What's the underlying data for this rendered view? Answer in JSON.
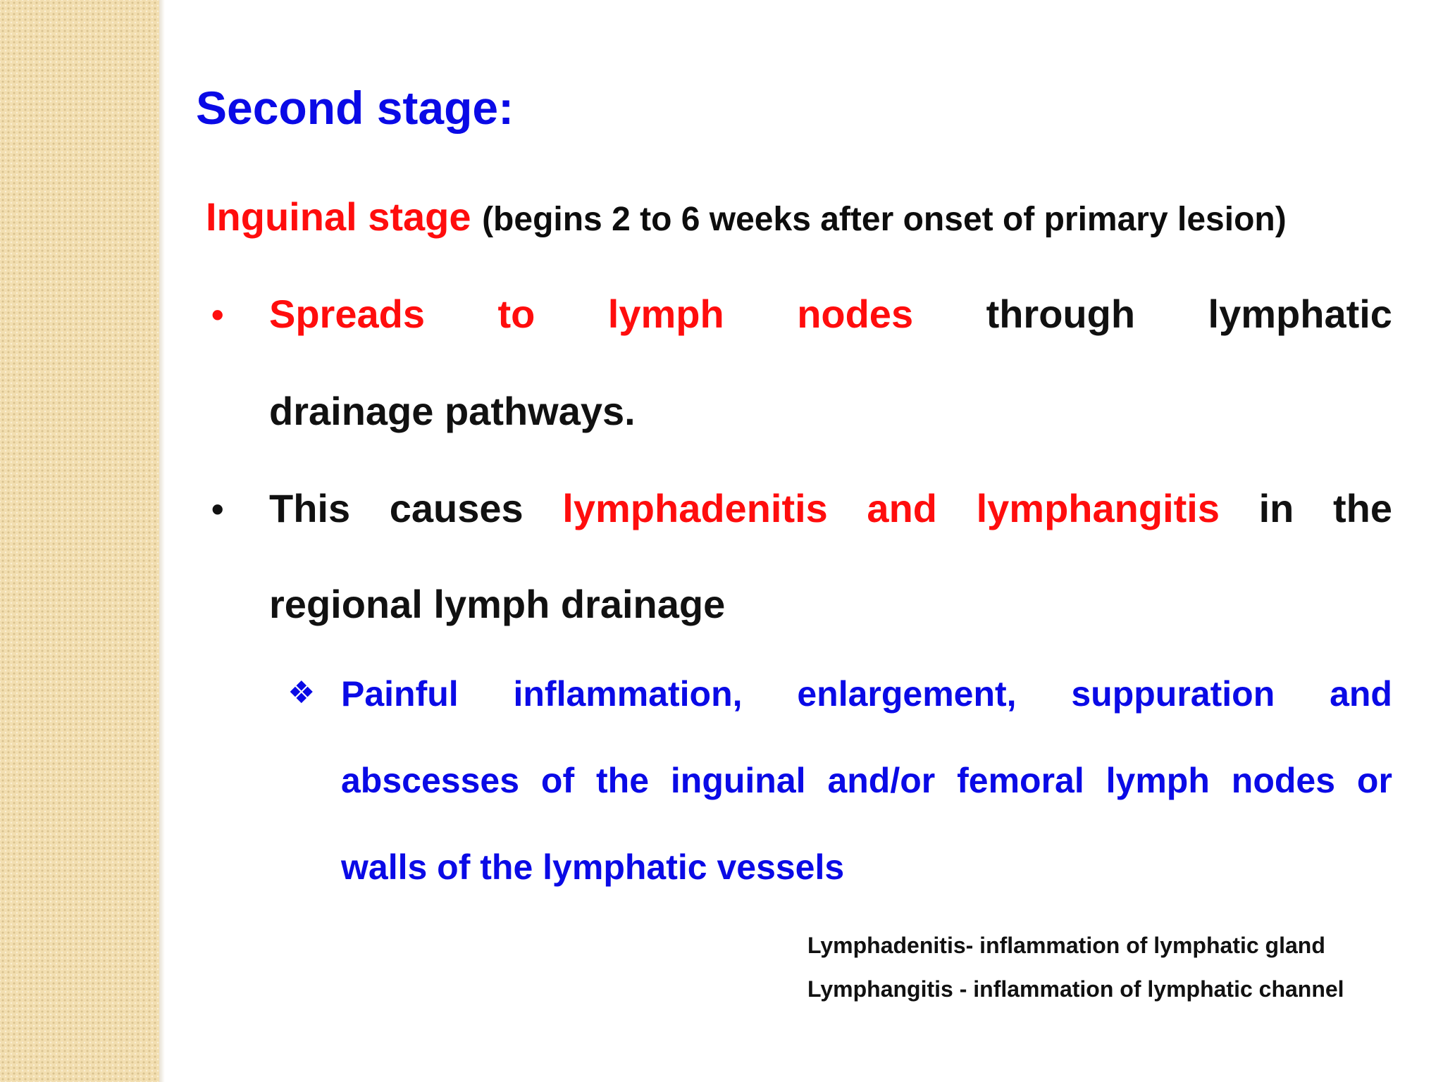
{
  "slide": {
    "title": "Second stage:",
    "subtitle_red": "Inguinal stage",
    "subtitle_note": "(begins 2 to 6 weeks after onset of primary lesion)"
  },
  "bullets": [
    {
      "marker": "•",
      "line1": [
        "Spreads",
        "to",
        "lymph",
        "nodes",
        "through",
        "lymphatic"
      ],
      "line2": "drainage pathways."
    },
    {
      "marker": "•",
      "line1": [
        "This",
        "causes",
        "lymphadenitis",
        "and",
        "lymphangitis",
        "in",
        "the"
      ],
      "line2": "regional lymph drainage"
    }
  ],
  "sub_bullet": {
    "marker": "❖",
    "line1": [
      "Painful",
      "inflammation,",
      "enlargement,",
      "suppuration",
      "and"
    ],
    "line2": [
      "abscesses",
      "of",
      "the",
      "inguinal",
      "and/or",
      "femoral",
      "lymph",
      "nodes",
      "or"
    ],
    "line3": "walls of the lymphatic vessels"
  },
  "footnotes": [
    "Lymphadenitis- inflammation of lymphatic gland",
    "Lymphangitis - inflammation of lymphatic channel"
  ],
  "colors": {
    "title": "#0a0ae6",
    "highlight_red": "#ff0d0d",
    "body_black": "#111111",
    "side_band": "#f2deb0"
  }
}
